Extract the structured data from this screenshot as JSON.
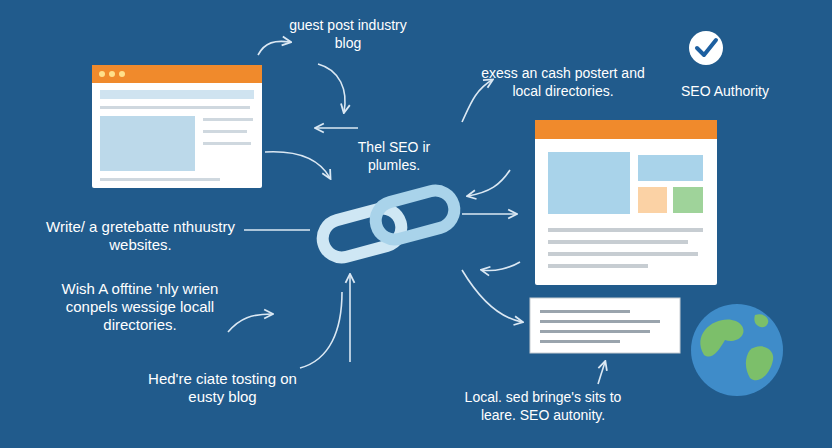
{
  "diagram": {
    "labels": [
      "guest post industry blog",
      "exess an cash postert and local directories.",
      "SEO Authority",
      "Thel SEO ir plumles.",
      "Write/ a gretebatte nthuustry websites.",
      "Wish A offtine 'nly wrien conpels wessige locall directories.",
      "Hed're ciate tosting on eusty blog",
      "Local. sed bringe's sits to leare. SEO autonity."
    ]
  }
}
